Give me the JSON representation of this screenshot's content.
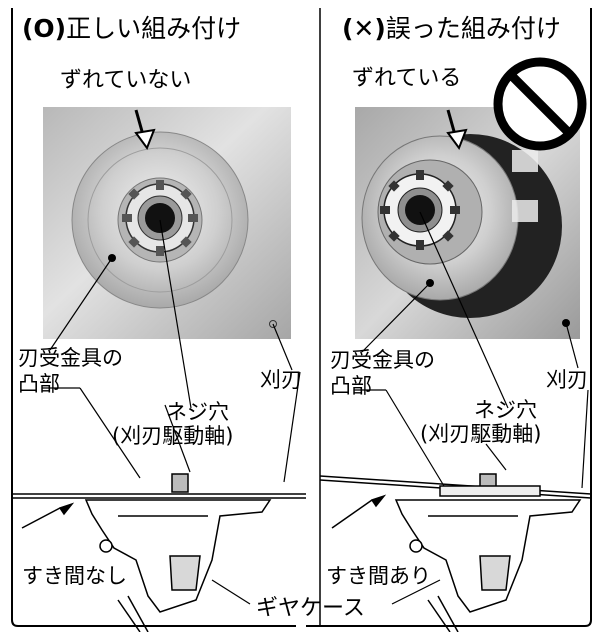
{
  "left_panel": {
    "mark": "(O)",
    "title": "正しい組み付け",
    "status": "ずれていない",
    "label_part_a": "刃受金具の",
    "label_part_b": "凸部",
    "label_hole_a": "ネジ穴",
    "label_hole_b": "(刈刃駆動軸)",
    "label_blade": "刈刃",
    "gap_status": "すき間なし"
  },
  "right_panel": {
    "mark": "(✕)",
    "title": "誤った組み付け",
    "status": "ずれている",
    "label_part_a": "刃受金具の",
    "label_part_b": "凸部",
    "label_hole_a": "ネジ穴",
    "label_hole_b": "(刈刃駆動軸)",
    "label_blade": "刈刃",
    "gap_status": "すき間あり"
  },
  "shared_label": "ギヤケース",
  "prohibition_icon": "no-entry-icon",
  "colors": {
    "photo_bg": "#c8c8c8",
    "line": "#000000",
    "metal": "#d9d9d9"
  }
}
